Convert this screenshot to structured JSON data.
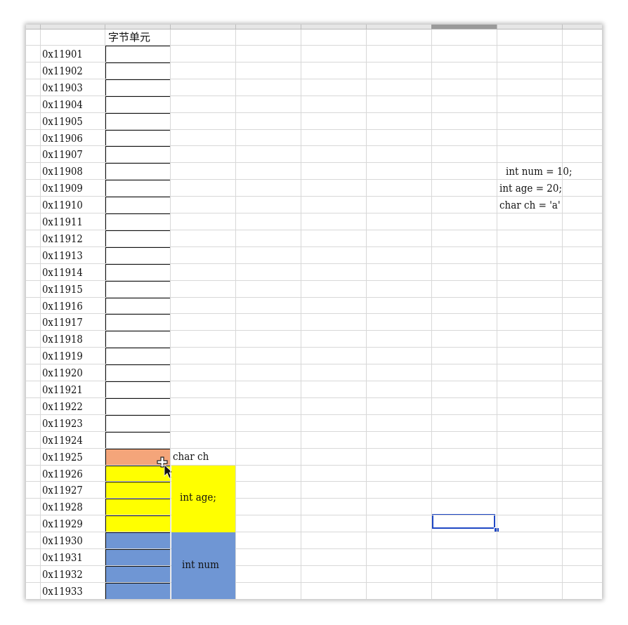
{
  "sheet": {
    "header_label": "字节单元",
    "addresses": [
      "0x11901",
      "0x11902",
      "0x11903",
      "0x11904",
      "0x11905",
      "0x11906",
      "0x11907",
      "0x11908",
      "0x11909",
      "0x11910",
      "0x11911",
      "0x11912",
      "0x11913",
      "0x11914",
      "0x11915",
      "0x11916",
      "0x11917",
      "0x11918",
      "0x11919",
      "0x11920",
      "0x11921",
      "0x11922",
      "0x11923",
      "0x11924",
      "0x11925",
      "0x11926",
      "0x11927",
      "0x11928",
      "0x11929",
      "0x11930",
      "0x11931",
      "0x11932",
      "0x11933"
    ],
    "variable_labels": {
      "char_ch": "char ch",
      "int_age": "int age;",
      "int_num": "int num"
    },
    "code_lines": [
      "int num = 10;",
      "int age = 20;",
      "char ch = 'a'"
    ]
  },
  "colors": {
    "char_cell": "#f4a57a",
    "int_age": "#ffff00",
    "int_num": "#6f96d4",
    "selection": "#1f47c4"
  }
}
